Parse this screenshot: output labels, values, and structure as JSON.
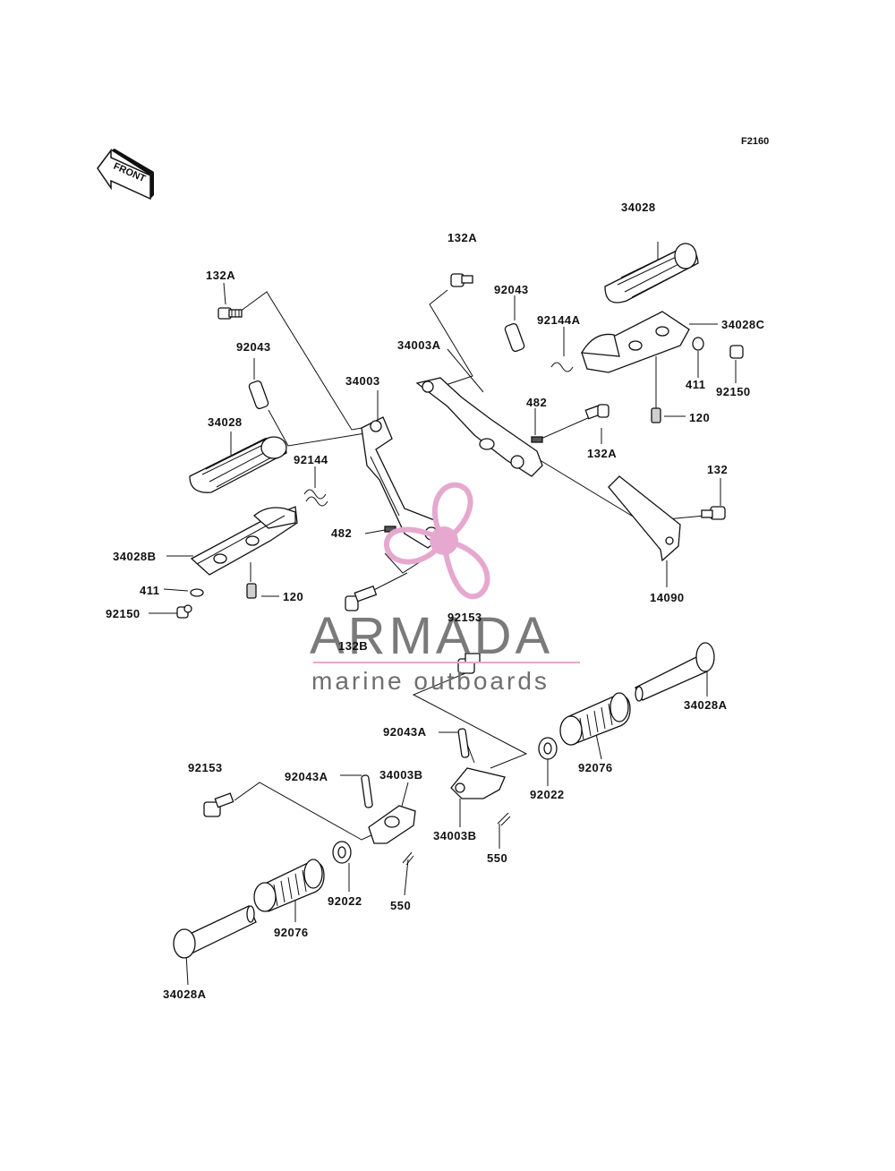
{
  "figure_code": "F2160",
  "front_label": "FRONT",
  "watermark": {
    "brand": "ARMADA",
    "tagline": "marine outboards",
    "logo_color": "#e6a8cf",
    "text_color": "#777777"
  },
  "callouts": {
    "l_132A_top": "132A",
    "l_132A_left": "132A",
    "l_34028_right": "34028",
    "l_92043_right": "92043",
    "l_92144A": "92144A",
    "l_34028C": "34028C",
    "l_34003A": "34003A",
    "l_92043_left": "92043",
    "l_34003": "34003",
    "l_411_right": "411",
    "l_92150_right": "92150",
    "l_482_right": "482",
    "l_120_right": "120",
    "l_132A_mid": "132A",
    "l_34028_left": "34028",
    "l_92144": "92144",
    "l_132": "132",
    "l_482_left": "482",
    "l_34028B": "34028B",
    "l_411_left": "411",
    "l_120_left": "120",
    "l_14090": "14090",
    "l_92150_left": "92150",
    "l_92153_top": "92153",
    "l_132B": "132B",
    "l_34028A_right": "34028A",
    "l_92043A_right": "92043A",
    "l_92076_right": "92076",
    "l_92153_left": "92153",
    "l_92043A_left": "92043A",
    "l_34003B_top": "34003B",
    "l_92022_right": "92022",
    "l_34003B_bottom": "34003B",
    "l_550_right": "550",
    "l_92022_left": "92022",
    "l_550_left": "550",
    "l_92076_left": "92076",
    "l_34028A_left": "34028A"
  }
}
